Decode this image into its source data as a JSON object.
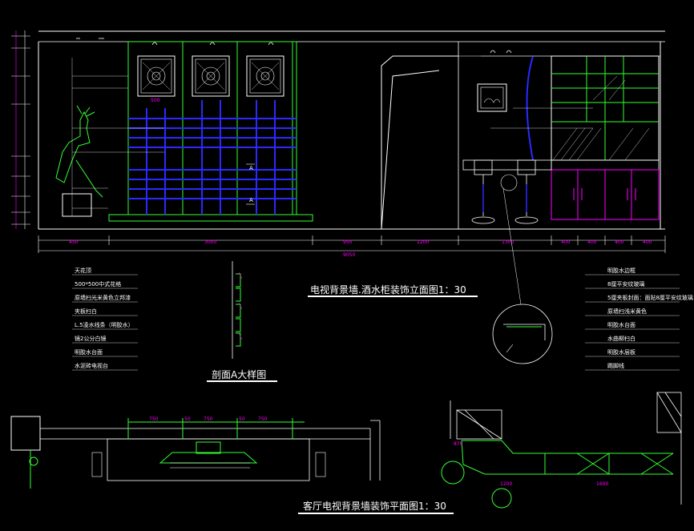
{
  "titles": {
    "elevation": "电视背景墙.酒水柜装饰立面图1：30",
    "section": "剖面A大样图",
    "plan": "客厅电视背景墙装饰平面图1：30"
  },
  "left_callouts": [
    "天花顶",
    "500*500中式花格",
    "原墙扫光米黄色立邦漆",
    "夹板扫白",
    "L.5凌水线条（明胶水）",
    "镜2公分白镜",
    "明胶水台面",
    "水泥砖电视台"
  ],
  "right_callouts": [
    "明胶水边框",
    "8厘平安纹玻璃",
    "5厘夹板封面：面贴8厘平安纹玻璃",
    "原墙扫浅米黄色",
    "明胶水台面",
    "水曲柳扫白",
    "明胶水层板",
    "踢脚线"
  ],
  "elevation_bottom_dims": [
    "450",
    "3000",
    "950",
    "1200",
    "1300",
    "400",
    "400",
    "400",
    "400"
  ],
  "elevation_total_dim": "9050",
  "panel_dim": "500",
  "section_marker": "A",
  "plan_dims": [
    "750",
    "50",
    "750",
    "50",
    "750"
  ],
  "plan_right_dims": [
    "870",
    "1200",
    "1600"
  ],
  "colors": {
    "wall": "#ffffff",
    "green": "#33ff33",
    "blue": "#2a2aff",
    "magenta": "#ff00ff",
    "yellow": "#ffff00",
    "cyan": "#00ffff"
  }
}
